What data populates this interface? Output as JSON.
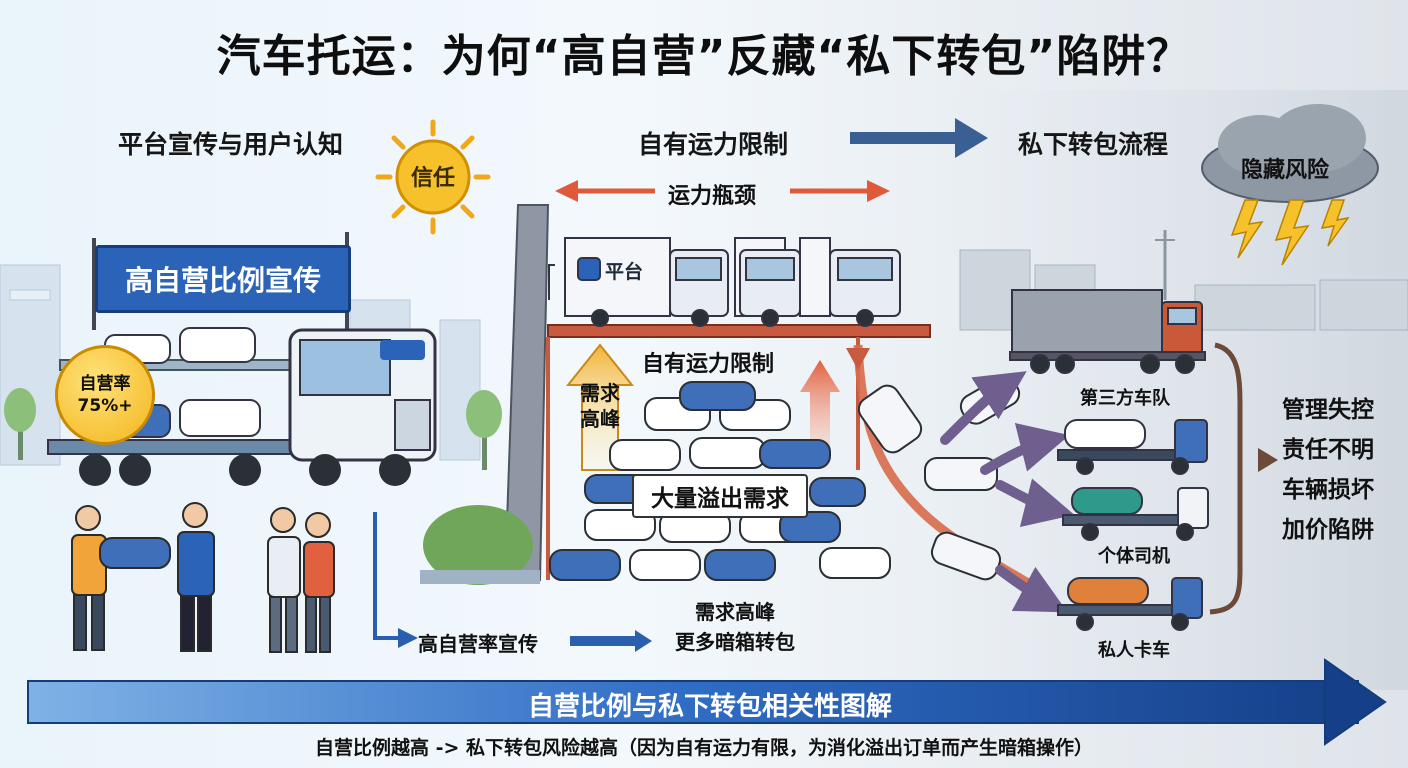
{
  "title": "汽车托运：为何“高自营”反藏“私下转包”陷阱？",
  "left": {
    "section_title": "平台宣传与用户认知",
    "sun_label": "信任",
    "banner": "高自营比例宣传",
    "badge_line1": "自营率",
    "badge_line2": "75%+"
  },
  "middle": {
    "section_title": "自有运力限制",
    "bottleneck_label": "运力瓶颈",
    "truck_logo_text": "平台",
    "inner_title": "自有运力限制",
    "demand_peak": [
      "需求",
      "高峰"
    ],
    "overflow_label": "大量溢出需求",
    "bottom_lines": [
      "需求高峰",
      "更多暗箱转包"
    ],
    "promo_label": "高自营率宣传"
  },
  "right": {
    "section_title": "私下转包流程",
    "cloud_label": "隐藏风险",
    "carriers": [
      "第三方车队",
      "个体司机",
      "私人卡车"
    ],
    "risks": [
      "管理失控",
      "责任不明",
      "车辆损坏",
      "加价陷阱"
    ]
  },
  "bottom": {
    "bar_title": "自营比例与私下转包相关性图解",
    "footnote": "自营比例越高 -> 私下转包风险越高（因为自有运力有限，为消化溢出订单而产生暗箱操作）"
  },
  "colors": {
    "blue": "#2a63b8",
    "navy": "#143e7d",
    "sun": "#f4b51c",
    "red_arrow": "#e05a3a",
    "purple_arrow": "#6f5f8e"
  }
}
